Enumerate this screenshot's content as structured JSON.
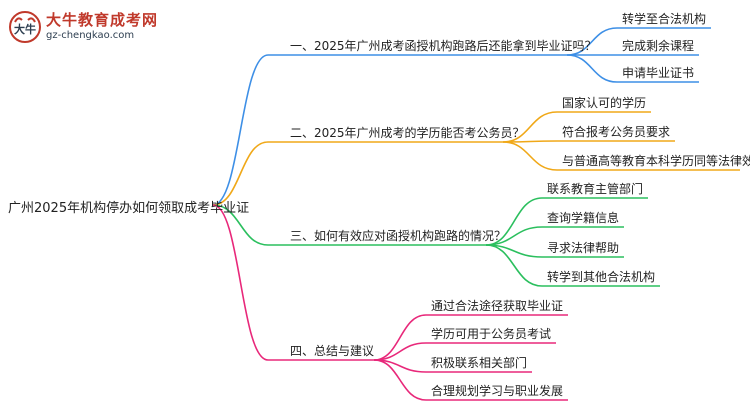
{
  "logo": {
    "title": "大牛教育成考网",
    "url": "gz-chengkao.com",
    "mark": "大牛"
  },
  "root": "广州2025年机构停办如何领取成考毕业证",
  "branches": [
    {
      "label": "一、2025年广州成考函授机构跑路后还能拿到毕业证吗？",
      "color": "#3d8fe6",
      "children": [
        "转学至合法机构",
        "完成剩余课程",
        "申请毕业证书"
      ]
    },
    {
      "label": "二、2025年广州成考的学历能否考公务员？",
      "color": "#f0a818",
      "children": [
        "国家认可的学历",
        "符合报考公务员要求",
        "与普通高等教育本科学历同等法律效力"
      ]
    },
    {
      "label": "三、如何有效应对函授机构跑路的情况？",
      "color": "#2bbf5e",
      "children": [
        "联系教育主管部门",
        "查询学籍信息",
        "寻求法律帮助",
        "转学到其他合法机构"
      ]
    },
    {
      "label": "四、总结与建议",
      "color": "#e8287a",
      "children": [
        "通过合法途径获取毕业证",
        "学历可用于公务员考试",
        "积极联系相关部门",
        "合理规划学习与职业发展"
      ]
    }
  ]
}
